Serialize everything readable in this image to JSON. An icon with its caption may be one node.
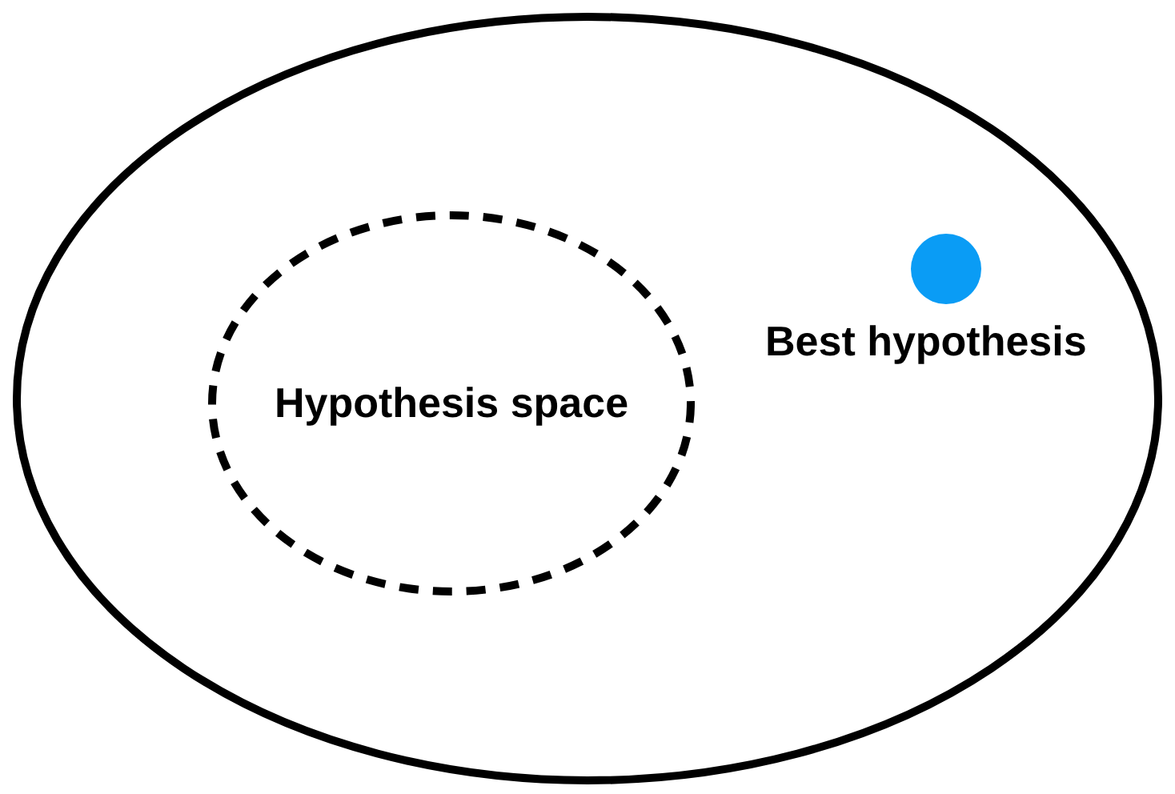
{
  "diagram": {
    "nodes": [
      {
        "text": [],
        "shape": "ellipse"
      },
      {
        "text": [
          "Hypothesis space"
        ],
        "in": 0
      },
      {
        "text": [],
        "shape": "circle",
        "in": 0,
        "beside": [
          "Best hypothesis"
        ]
      }
    ]
  }
}
